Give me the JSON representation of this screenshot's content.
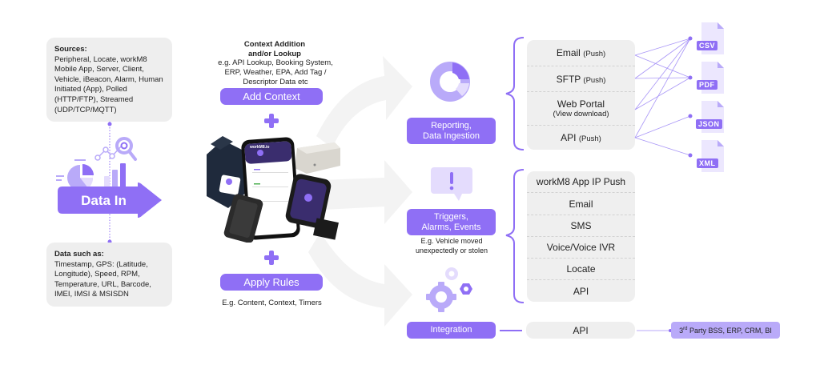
{
  "sources": {
    "title": "Sources:",
    "text": "Peripheral, Locate, workM8 Mobile App, Server, Client, Vehicle, iBeacon, Alarm, Human Initiated (App), Polled (HTTP/FTP), Streamed (UDP/TCP/MQTT)"
  },
  "data_in": {
    "label": "Data In"
  },
  "data_such_as": {
    "title": "Data such as:",
    "text": "Timestamp, GPS: (Latitude, Longitude), Speed, RPM, Temperature, URL, Barcode, IMEI, IMSI & MSISDN"
  },
  "context": {
    "title_line1": "Context Addition",
    "title_line2": "and/or Lookup",
    "desc": "e.g. API Lookup, Booking System, ERP, Weather, EPA, Add Tag / Descriptor Data etc",
    "button": "Add Context"
  },
  "device_brand": "workM8.io",
  "rules": {
    "button": "Apply Rules",
    "desc": "E.g. Content, Context, Timers"
  },
  "reporting": {
    "label_line1": "Reporting,",
    "label_line2": "Data Ingestion",
    "items": [
      {
        "label": "Email",
        "sub": "(Push)"
      },
      {
        "label": "SFTP",
        "sub": "(Push)"
      },
      {
        "label": "Web Portal",
        "sub": "(View download)"
      },
      {
        "label": "API",
        "sub": "(Push)"
      }
    ],
    "formats": [
      "CSV",
      "PDF",
      "JSON",
      "XML"
    ]
  },
  "triggers": {
    "label_line1": "Triggers,",
    "label_line2": "Alarms, Events",
    "desc_line1": "E.g. Vehicle moved",
    "desc_line2": "unexpectedly or stolen",
    "items": [
      "workM8 App IP Push",
      "Email",
      "SMS",
      "Voice/Voice IVR",
      "Locate",
      "API"
    ]
  },
  "integration": {
    "label": "Integration",
    "item": "API",
    "third_party_prefix": "3",
    "third_party_sup": "rd",
    "third_party_text": " Party BSS, ERP, CRM, BI"
  },
  "colors": {
    "accent": "#8f6ff5",
    "accent_light": "#b9aaf9",
    "accent_pale": "#e4dcfd",
    "box_gray": "#eeeeee",
    "arrow_gray": "#f2f2f2"
  }
}
